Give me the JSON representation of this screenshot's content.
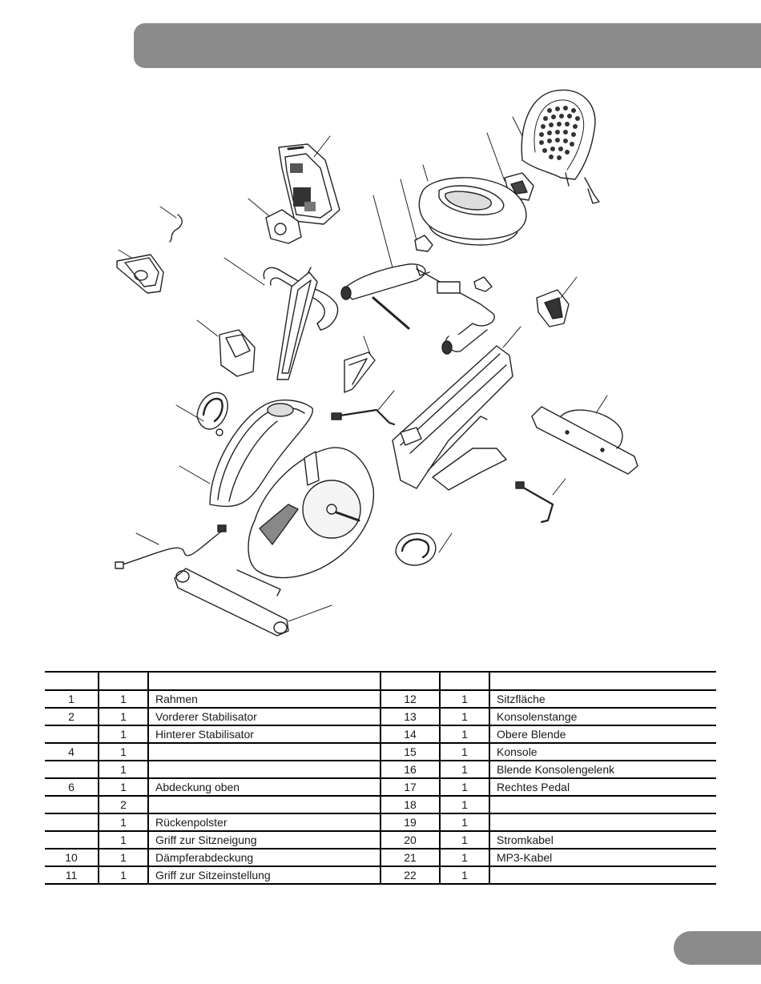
{
  "parts": {
    "rows": [
      {
        "left": {
          "no": "1",
          "qty": "1",
          "desc": "Rahmen"
        },
        "right": {
          "no": "12",
          "qty": "1",
          "desc": "Sitzfläche"
        }
      },
      {
        "left": {
          "no": "2",
          "qty": "1",
          "desc": "Vorderer Stabilisator"
        },
        "right": {
          "no": "13",
          "qty": "1",
          "desc": "Konsolenstange"
        }
      },
      {
        "left": {
          "no": "",
          "qty": "1",
          "desc": "Hinterer Stabilisator"
        },
        "right": {
          "no": "14",
          "qty": "1",
          "desc": "Obere Blende"
        }
      },
      {
        "left": {
          "no": "4",
          "qty": "1",
          "desc": ""
        },
        "right": {
          "no": "15",
          "qty": "1",
          "desc": "Konsole"
        }
      },
      {
        "left": {
          "no": "",
          "qty": "1",
          "desc": ""
        },
        "right": {
          "no": "16",
          "qty": "1",
          "desc": "Blende Konsolengelenk"
        }
      },
      {
        "left": {
          "no": "6",
          "qty": "1",
          "desc": "Abdeckung oben"
        },
        "right": {
          "no": "17",
          "qty": "1",
          "desc": "Rechtes Pedal"
        }
      },
      {
        "left": {
          "no": "",
          "qty": "2",
          "desc": ""
        },
        "right": {
          "no": "18",
          "qty": "1",
          "desc": ""
        }
      },
      {
        "left": {
          "no": "",
          "qty": "1",
          "desc": "Rückenpolster"
        },
        "right": {
          "no": "19",
          "qty": "1",
          "desc": ""
        }
      },
      {
        "left": {
          "no": "",
          "qty": "1",
          "desc": "Griff zur Sitzneigung"
        },
        "right": {
          "no": "20",
          "qty": "1",
          "desc": "Stromkabel"
        }
      },
      {
        "left": {
          "no": "10",
          "qty": "1",
          "desc": "Dämpferabdeckung"
        },
        "right": {
          "no": "21",
          "qty": "1",
          "desc": "MP3-Kabel"
        }
      },
      {
        "left": {
          "no": "11",
          "qty": "1",
          "desc": "Griff zur Sitzeinstellung"
        },
        "right": {
          "no": "22",
          "qty": "1",
          "desc": ""
        }
      }
    ]
  }
}
